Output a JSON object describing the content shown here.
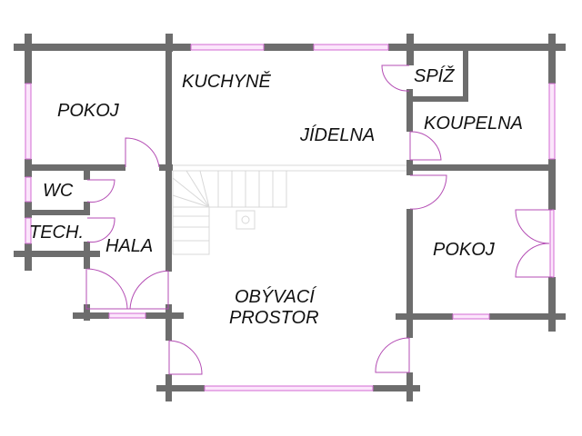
{
  "rooms": {
    "pokoj_left": "POKOJ",
    "kuchyne": "KUCHYNĚ",
    "jidelna": "JÍDELNA",
    "spiz": "SPÍŽ",
    "koupelna": "KOUPELNA",
    "wc": "WC",
    "tech": "TECH.",
    "hala": "HALA",
    "pokoj_right": "POKOJ",
    "obyvaci_1": "OBÝVACÍ",
    "obyvaci_2": "PROSTOR"
  },
  "colors": {
    "wall": "#6d6d6d",
    "window": "#d36ad3",
    "door": "#b44db4",
    "stairs": "#d8d8d8"
  }
}
